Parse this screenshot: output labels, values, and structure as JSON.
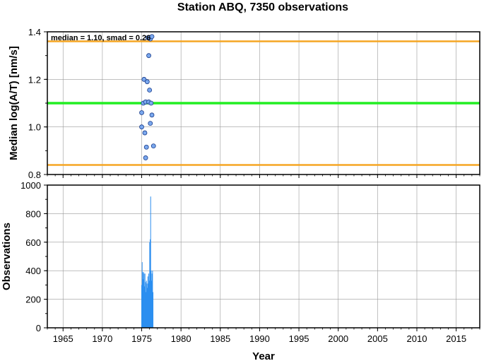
{
  "title": "Station ABQ, 7350 observations",
  "chart_data": [
    {
      "type": "scatter",
      "ylabel": "Median log(A/T) [nm/s]",
      "ylim": [
        0.8,
        1.4
      ],
      "yticks": [
        "0.8",
        "1.0",
        "1.2",
        "1.4"
      ],
      "xlim": [
        1963,
        2018
      ],
      "annotation": "median = 1.10, smad = 0.26",
      "reference_lines": [
        {
          "name": "median",
          "y": 1.1,
          "color": "#22ee22"
        },
        {
          "name": "upper",
          "y": 1.36,
          "color": "#f5a623"
        },
        {
          "name": "lower",
          "y": 0.84,
          "color": "#f5a623"
        }
      ],
      "points": [
        {
          "x": 1975.8,
          "y": 1.375
        },
        {
          "x": 1976.1,
          "y": 1.37
        },
        {
          "x": 1976.3,
          "y": 1.38
        },
        {
          "x": 1975.9,
          "y": 1.3
        },
        {
          "x": 1975.3,
          "y": 1.2
        },
        {
          "x": 1975.7,
          "y": 1.19
        },
        {
          "x": 1976.0,
          "y": 1.155
        },
        {
          "x": 1975.2,
          "y": 1.1
        },
        {
          "x": 1975.5,
          "y": 1.105
        },
        {
          "x": 1975.9,
          "y": 1.105
        },
        {
          "x": 1976.2,
          "y": 1.1
        },
        {
          "x": 1975.0,
          "y": 1.06
        },
        {
          "x": 1976.3,
          "y": 1.05
        },
        {
          "x": 1976.1,
          "y": 1.015
        },
        {
          "x": 1975.0,
          "y": 1.0
        },
        {
          "x": 1975.4,
          "y": 0.975
        },
        {
          "x": 1976.5,
          "y": 0.92
        },
        {
          "x": 1975.6,
          "y": 0.915
        },
        {
          "x": 1975.5,
          "y": 0.87
        }
      ],
      "marker_color": "#7aa8ee"
    },
    {
      "type": "bar",
      "ylabel": "Observations",
      "xlabel": "Year",
      "ylim": [
        0,
        1000
      ],
      "yticks": [
        "0",
        "200",
        "400",
        "600",
        "800",
        "1000"
      ],
      "xlim": [
        1963,
        2018
      ],
      "xticks": [
        "1965",
        "1970",
        "1975",
        "1980",
        "1985",
        "1990",
        "1995",
        "2000",
        "2005",
        "2010",
        "2015"
      ],
      "bar_color": "#2b8ef0",
      "bars": [
        {
          "x": 1975.0,
          "y": 300
        },
        {
          "x": 1975.06,
          "y": 460
        },
        {
          "x": 1975.12,
          "y": 390
        },
        {
          "x": 1975.18,
          "y": 340
        },
        {
          "x": 1975.24,
          "y": 390
        },
        {
          "x": 1975.3,
          "y": 380
        },
        {
          "x": 1975.36,
          "y": 290
        },
        {
          "x": 1975.42,
          "y": 380
        },
        {
          "x": 1975.48,
          "y": 320
        },
        {
          "x": 1975.54,
          "y": 250
        },
        {
          "x": 1975.6,
          "y": 330
        },
        {
          "x": 1975.66,
          "y": 310
        },
        {
          "x": 1975.72,
          "y": 280
        },
        {
          "x": 1975.78,
          "y": 360
        },
        {
          "x": 1975.84,
          "y": 310
        },
        {
          "x": 1975.9,
          "y": 380
        },
        {
          "x": 1975.96,
          "y": 330
        },
        {
          "x": 1976.02,
          "y": 600
        },
        {
          "x": 1976.08,
          "y": 620
        },
        {
          "x": 1976.14,
          "y": 920
        },
        {
          "x": 1976.2,
          "y": 400
        },
        {
          "x": 1976.26,
          "y": 330
        },
        {
          "x": 1976.32,
          "y": 380
        },
        {
          "x": 1976.38,
          "y": 400
        },
        {
          "x": 1976.44,
          "y": 250
        }
      ]
    }
  ]
}
